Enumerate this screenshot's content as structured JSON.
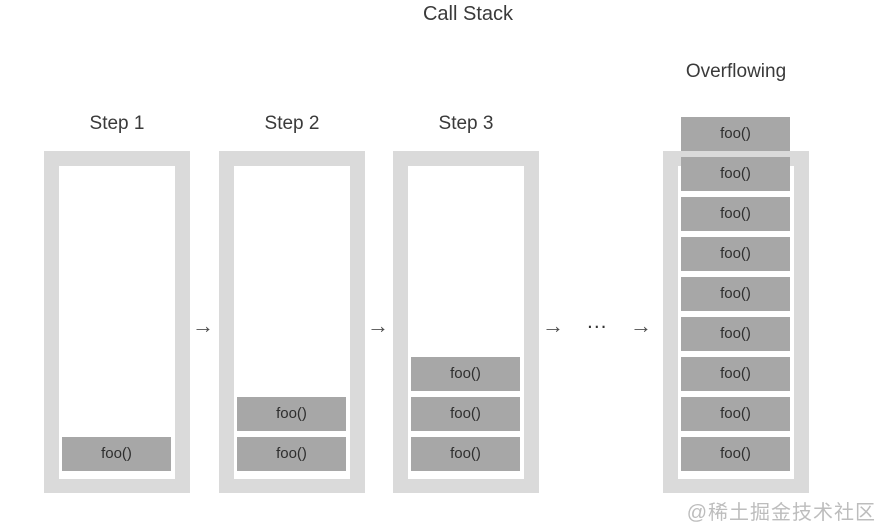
{
  "title": "Call Stack",
  "watermark": "@稀土掘金技术社区",
  "colors": {
    "background": "#ffffff",
    "frame_fill": "#dadada",
    "frame_inner": "#ffffff",
    "block_fill": "#a7a7a7",
    "block_text": "#2e2e2e",
    "label_text": "#3a3a3a",
    "arrow": "#4f4f4f",
    "watermark_text": "#bdbdbd"
  },
  "stacks": [
    {
      "label": "Step 1",
      "blocks": [
        "foo()"
      ]
    },
    {
      "label": "Step 2",
      "blocks": [
        "foo()",
        "foo()"
      ]
    },
    {
      "label": "Step 3",
      "blocks": [
        "foo()",
        "foo()",
        "foo()"
      ]
    },
    {
      "label": "Overflowing",
      "blocks": [
        "foo()",
        "foo()",
        "foo()",
        "foo()",
        "foo()",
        "foo()",
        "foo()",
        "foo()",
        "foo()"
      ],
      "overflow": true
    }
  ],
  "connectors": [
    {
      "name": "arrow-right-icon",
      "glyph": "→"
    },
    {
      "name": "arrow-right-icon",
      "glyph": "→"
    },
    {
      "name": "arrow-right-icon",
      "glyph": "→"
    },
    {
      "name": "ellipsis-text",
      "glyph": "..."
    },
    {
      "name": "arrow-right-icon",
      "glyph": "→"
    }
  ]
}
